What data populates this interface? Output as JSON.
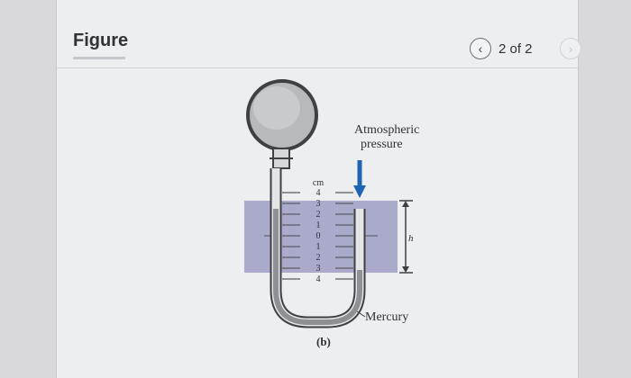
{
  "header": {
    "title": "Figure",
    "counter": "2 of 2",
    "prev_icon": "chevron-left-icon",
    "next_icon": "chevron-right-icon"
  },
  "figure": {
    "label_atm_line1": "Atmospheric",
    "label_atm_line2": "pressure",
    "unit": "cm",
    "scale_ticks": [
      "4",
      "3",
      "2",
      "1",
      "0",
      "1",
      "2",
      "3",
      "4"
    ],
    "height_label": "h",
    "mercury_label": "Mercury",
    "caption": "(b)"
  },
  "colors": {
    "band": "#a9a9c9",
    "arrow": "#1e64b4",
    "background": "#eceef0"
  }
}
